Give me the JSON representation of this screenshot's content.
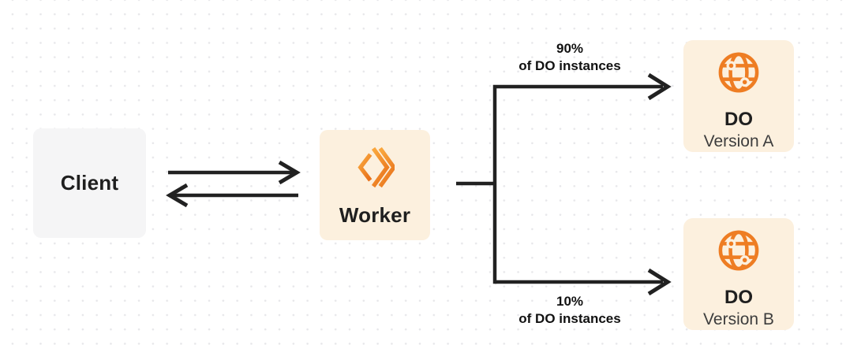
{
  "nodes": {
    "client": {
      "label": "Client"
    },
    "worker": {
      "label": "Worker",
      "icon": "workers-logo-icon"
    },
    "do_version_a": {
      "title": "DO",
      "subtitle": "Version A",
      "icon": "globe-icon"
    },
    "do_version_b": {
      "title": "DO",
      "subtitle": "Version B",
      "icon": "globe-icon"
    }
  },
  "edges": {
    "client_worker": {
      "style": "double-arrow"
    },
    "worker_to_do_a": {
      "percent": "90%",
      "caption": "of DO instances"
    },
    "worker_to_do_b": {
      "percent": "10%",
      "caption": "of DO instances"
    }
  },
  "colors": {
    "brand_orange": "#ee7d23",
    "brand_orange_light": "#f9a63d",
    "brand_orange_dark": "#e8711a",
    "cream_node_bg": "#fcf0de",
    "client_node_bg": "#f5f5f6",
    "line_dark": "#212121",
    "dot_grid": "#e7e7ea",
    "background": "#ffffff"
  }
}
